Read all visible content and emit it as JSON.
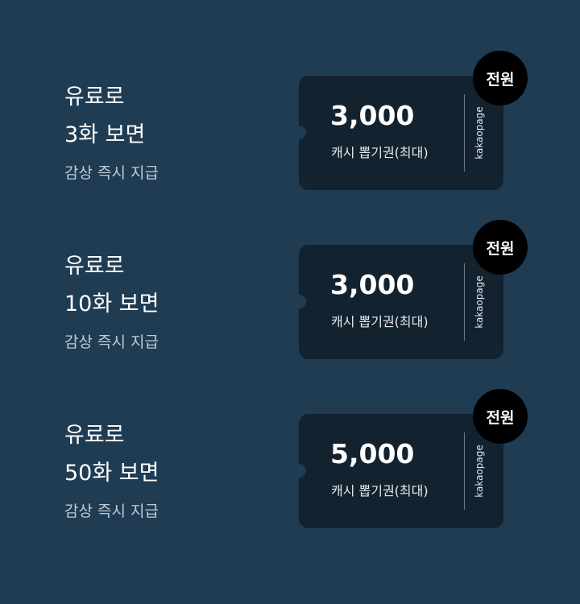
{
  "rewards": [
    {
      "line1": "유료로",
      "line2": "3화 보면",
      "line3": "감상 즉시 지급",
      "amount": "3,000",
      "label": "캐시 뽑기권(최대)",
      "brand": "kakaopage",
      "badge": "전원"
    },
    {
      "line1": "유료로",
      "line2": "10화 보면",
      "line3": "감상 즉시 지급",
      "amount": "3,000",
      "label": "캐시 뽑기권(최대)",
      "brand": "kakaopage",
      "badge": "전원"
    },
    {
      "line1": "유료로",
      "line2": "50화 보면",
      "line3": "감상 즉시 지급",
      "amount": "5,000",
      "label": "캐시 뽑기권(최대)",
      "brand": "kakaopage",
      "badge": "전원"
    }
  ]
}
